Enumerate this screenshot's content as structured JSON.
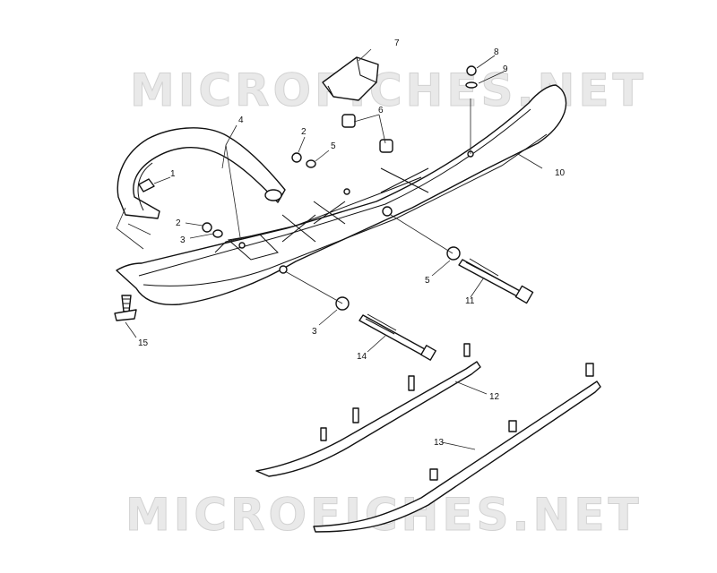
{
  "watermark": {
    "top": "MICROFICHES.NET",
    "bottom": "MICROFICHES.NET"
  },
  "callouts": [
    {
      "id": "1",
      "label": "1"
    },
    {
      "id": "2a",
      "label": "2"
    },
    {
      "id": "2b",
      "label": "2"
    },
    {
      "id": "3a",
      "label": "3"
    },
    {
      "id": "3b",
      "label": "3"
    },
    {
      "id": "4",
      "label": "4"
    },
    {
      "id": "5a",
      "label": "5"
    },
    {
      "id": "5b",
      "label": "5"
    },
    {
      "id": "6",
      "label": "6"
    },
    {
      "id": "7",
      "label": "7"
    },
    {
      "id": "8",
      "label": "8"
    },
    {
      "id": "9",
      "label": "9"
    },
    {
      "id": "10",
      "label": "10"
    },
    {
      "id": "11",
      "label": "11"
    },
    {
      "id": "12",
      "label": "12"
    },
    {
      "id": "13",
      "label": "13"
    },
    {
      "id": "14",
      "label": "14"
    },
    {
      "id": "15",
      "label": "15"
    }
  ]
}
